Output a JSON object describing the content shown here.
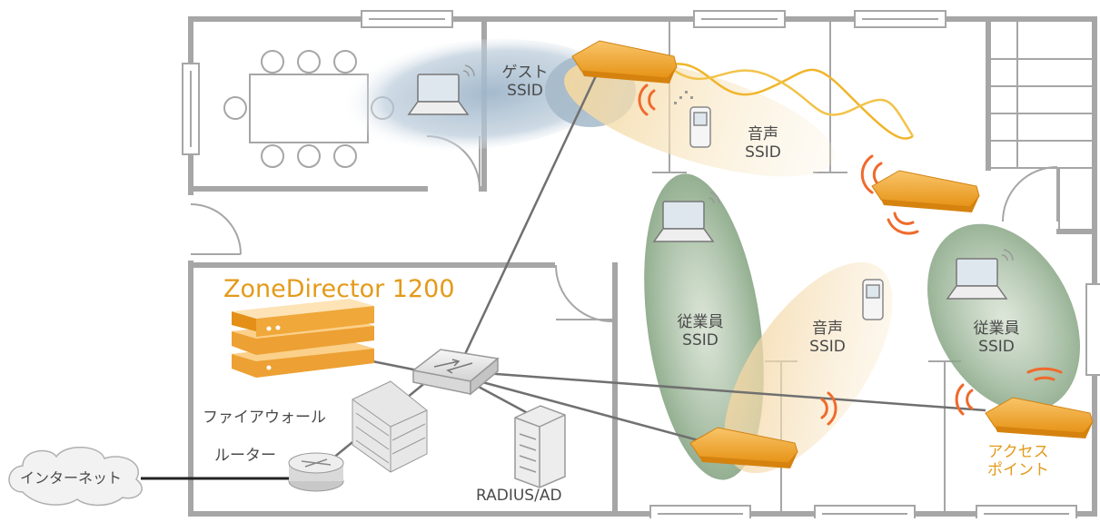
{
  "labels": {
    "guest_ssid_line1": "ゲスト",
    "guest_ssid_line2": "SSID",
    "voice_ssid_top_line1": "音声",
    "voice_ssid_top_line2": "SSID",
    "employee_ssid_left_line1": "従業員",
    "employee_ssid_left_line2": "SSID",
    "voice_ssid_mid_line1": "音声",
    "voice_ssid_mid_line2": "SSID",
    "employee_ssid_right_line1": "従業員",
    "employee_ssid_right_line2": "SSID",
    "zonedirector": "ZoneDirector 1200",
    "firewall": "ファイアウォール",
    "router": "ルーター",
    "internet": "インターネット",
    "radius": "RADIUS/AD",
    "access_point_line1": "アクセス",
    "access_point_line2": "ポイント"
  },
  "colors": {
    "wall": "#a6a6a6",
    "guest_zone": "#b4c7d8",
    "voice_zone": "#f6dca8",
    "employee_zone": "#9fb89c",
    "access_point": "#f2a51e",
    "accent_text": "#e39a1a",
    "cable": "#707070",
    "signal": "#ef6a2c"
  }
}
